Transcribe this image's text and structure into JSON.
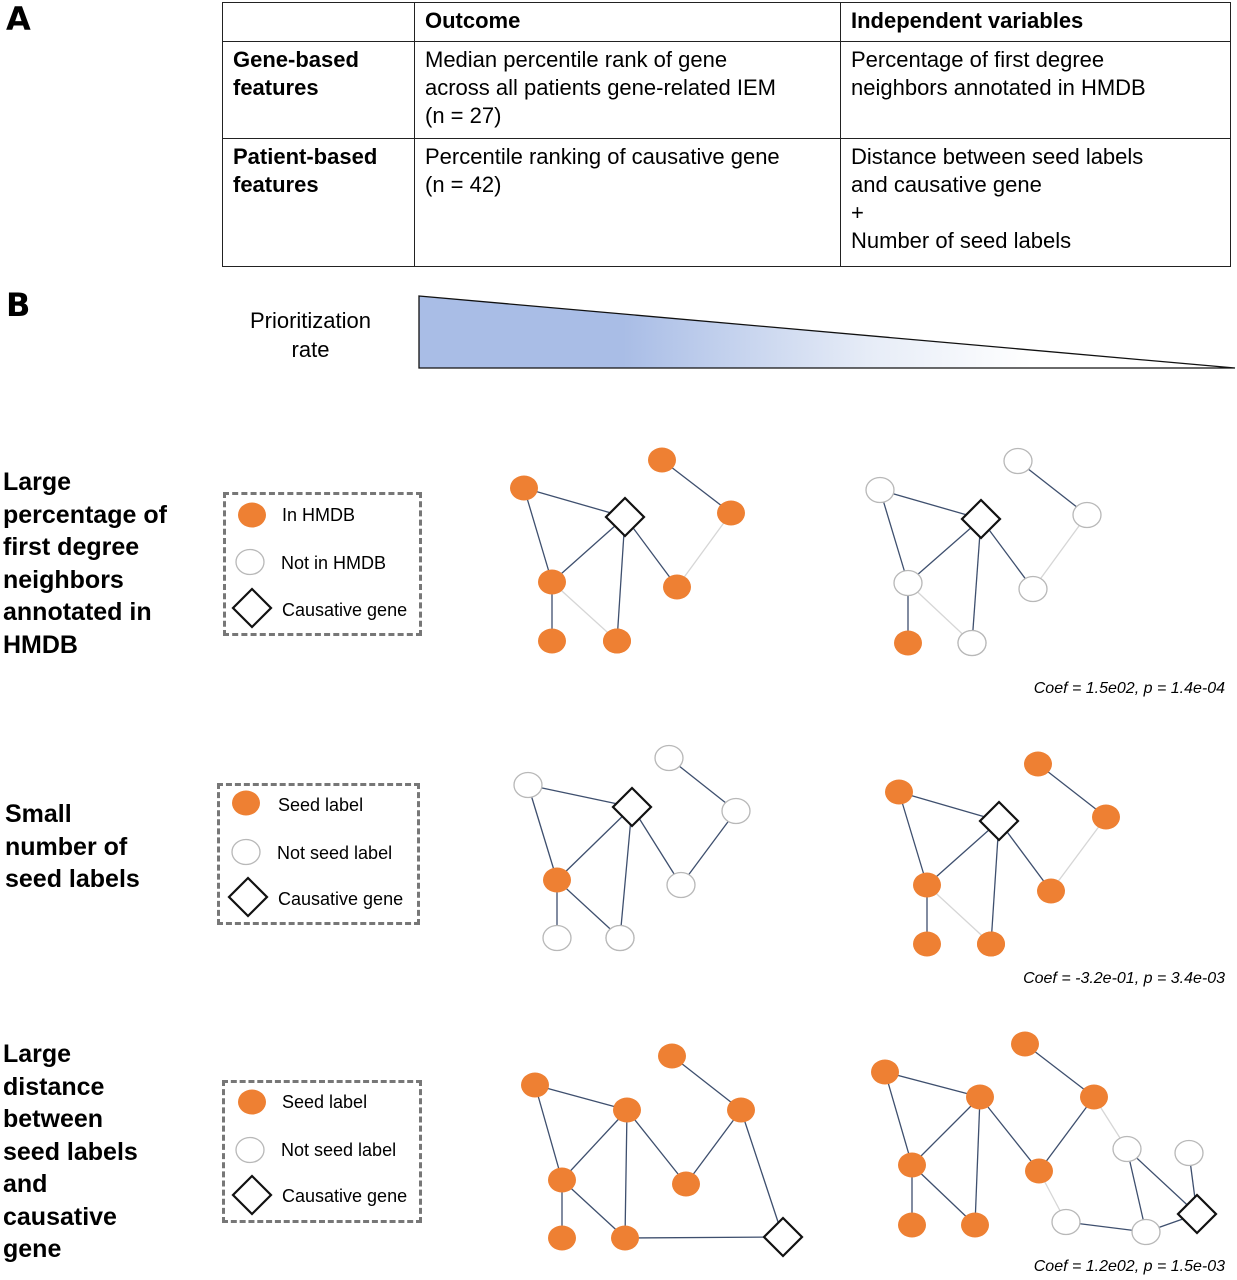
{
  "panel_a": {
    "letter": "A",
    "header": [
      "",
      "Outcome",
      "Independent variables"
    ],
    "rows": [
      {
        "label": [
          "Gene-based",
          "features"
        ],
        "outcome": [
          "Median percentile rank of gene",
          "across all patients gene-related IEM",
          "(n = 27)"
        ],
        "variables": [
          "Percentage of first degree",
          "neighbors annotated in HMDB"
        ]
      },
      {
        "label": [
          "Patient-based",
          "features"
        ],
        "outcome": [
          "Percentile ranking of causative gene",
          "(n = 42)"
        ],
        "variables": [
          "Distance between seed labels",
          "and causative gene",
          "+",
          "Number of seed labels"
        ]
      }
    ]
  },
  "panel_b": {
    "letter": "B",
    "prioritization_label": [
      "Prioritization",
      "rate"
    ],
    "colors": {
      "orange": "#ee8033",
      "gradient_start": "#a9bde6",
      "edge": "#3e4f6e",
      "light_edge": "#d6d6d6"
    },
    "rows": [
      {
        "label": [
          "Large",
          "percentage of",
          "first degree",
          "neighbors",
          "annotated in",
          "HMDB"
        ],
        "legend": [
          "In HMDB",
          "Not in HMDB",
          "Causative gene"
        ],
        "coef": "Coef = 1.5e02, p = 1.4e-04"
      },
      {
        "label": [
          "Small",
          "number of",
          "seed labels"
        ],
        "legend": [
          "Seed label",
          "Not seed label",
          "Causative gene"
        ],
        "coef": "Coef = -3.2e-01, p = 3.4e-03"
      },
      {
        "label": [
          "Large",
          "distance",
          "between",
          "seed labels",
          "and",
          "causative",
          "gene"
        ],
        "legend": [
          "Seed label",
          "Not seed label",
          "Causative gene"
        ],
        "coef": "Coef = 1.2e02, p = 1.5e-03"
      }
    ]
  }
}
